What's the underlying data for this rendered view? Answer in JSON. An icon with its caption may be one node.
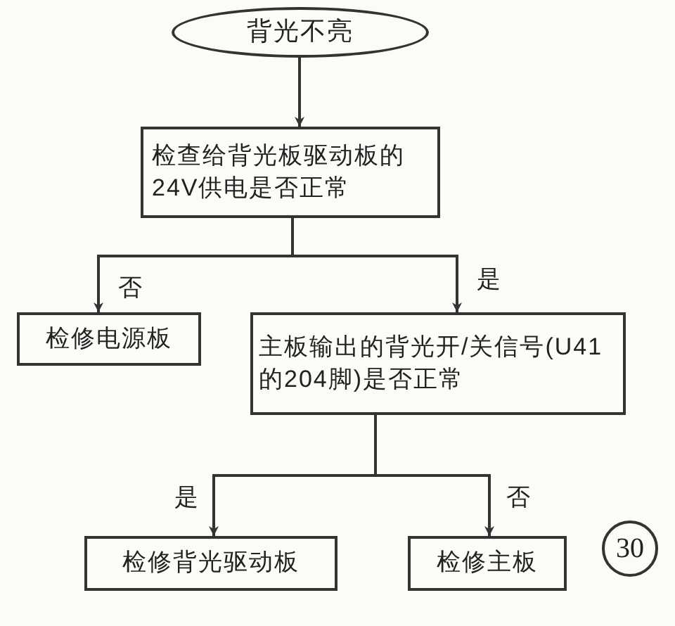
{
  "diagram": {
    "nodes": [
      {
        "text": [
          "背光不亮"
        ]
      },
      {
        "text": [
          "检查给背光板驱动板的24V供电是否正常"
        ]
      },
      {
        "text": [
          "检修电源板"
        ]
      },
      {
        "text": [
          "主板输出的背光开/关信号(U41的204脚)是否正常"
        ]
      },
      {
        "text": [
          "检修背光驱动板"
        ]
      },
      {
        "text": [
          "检修主板"
        ]
      }
    ],
    "edges": [
      {
        "from": 0,
        "to": 1,
        "arrow": "to"
      },
      {
        "from": 1,
        "to": 2,
        "label": "否",
        "arrow": "to"
      },
      {
        "from": 1,
        "to": 3,
        "label": "是",
        "arrow": "to"
      },
      {
        "from": 3,
        "to": 4,
        "label": "是",
        "arrow": "to"
      },
      {
        "from": 3,
        "to": 5,
        "label": "否",
        "arrow": "to"
      }
    ],
    "labels": [
      "30"
    ]
  }
}
